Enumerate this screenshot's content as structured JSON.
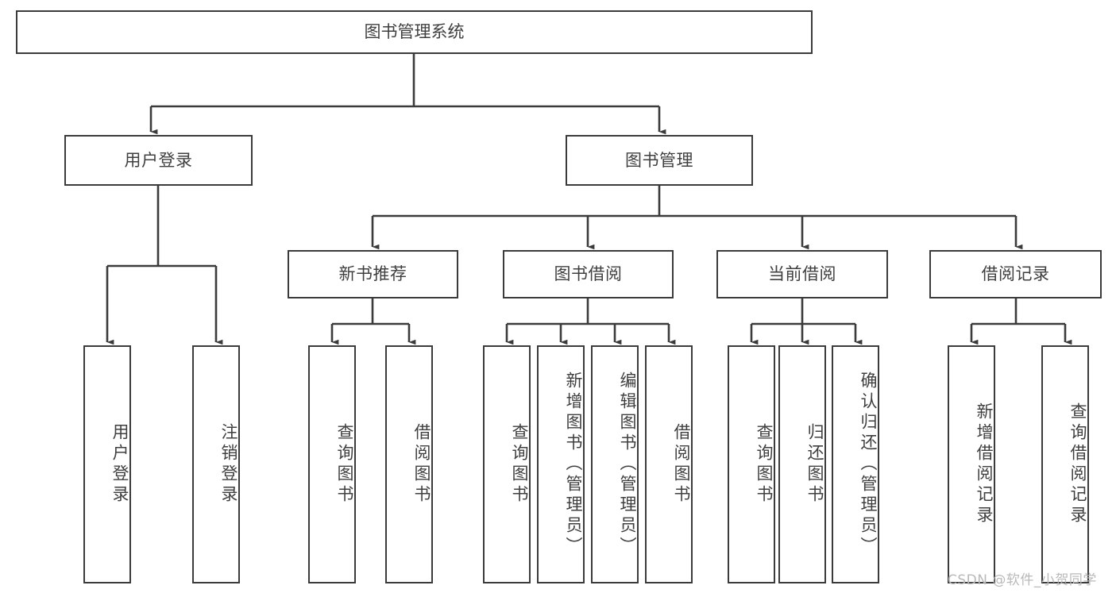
{
  "diagram": {
    "title": "图书管理系统",
    "type": "tree-hierarchy-diagram",
    "style": {
      "box_border_color": "#3b3b3b",
      "box_fill_color": "#ffffff",
      "text_color": "#3f3f3f",
      "edge_color": "#3b3b3b",
      "background_color": "#ffffff"
    },
    "root": {
      "label": "图书管理系统"
    },
    "level1": [
      {
        "label": "用户登录"
      },
      {
        "label": "图书管理"
      }
    ],
    "level2": [
      {
        "label": "新书推荐"
      },
      {
        "label": "图书借阅"
      },
      {
        "label": "当前借阅"
      },
      {
        "label": "借阅记录"
      }
    ],
    "leaves": {
      "user_login": [
        {
          "label": "用户登录"
        },
        {
          "label": "注销登录"
        }
      ],
      "new_book_recommend": [
        {
          "label": "查询图书"
        },
        {
          "label": "借阅图书"
        }
      ],
      "book_borrow": [
        {
          "label": "查询图书"
        },
        {
          "label": "新增图书（管理员）"
        },
        {
          "label": "编辑图书（管理员）"
        },
        {
          "label": "借阅图书"
        }
      ],
      "current_borrow": [
        {
          "label": "查询图书"
        },
        {
          "label": "归还图书"
        },
        {
          "label": "确认归还（管理员）"
        }
      ],
      "borrow_record": [
        {
          "label": "新增借阅记录"
        },
        {
          "label": "查询借阅记录"
        }
      ]
    }
  },
  "watermark": {
    "text": "CSDN @软件_小贺同学"
  }
}
